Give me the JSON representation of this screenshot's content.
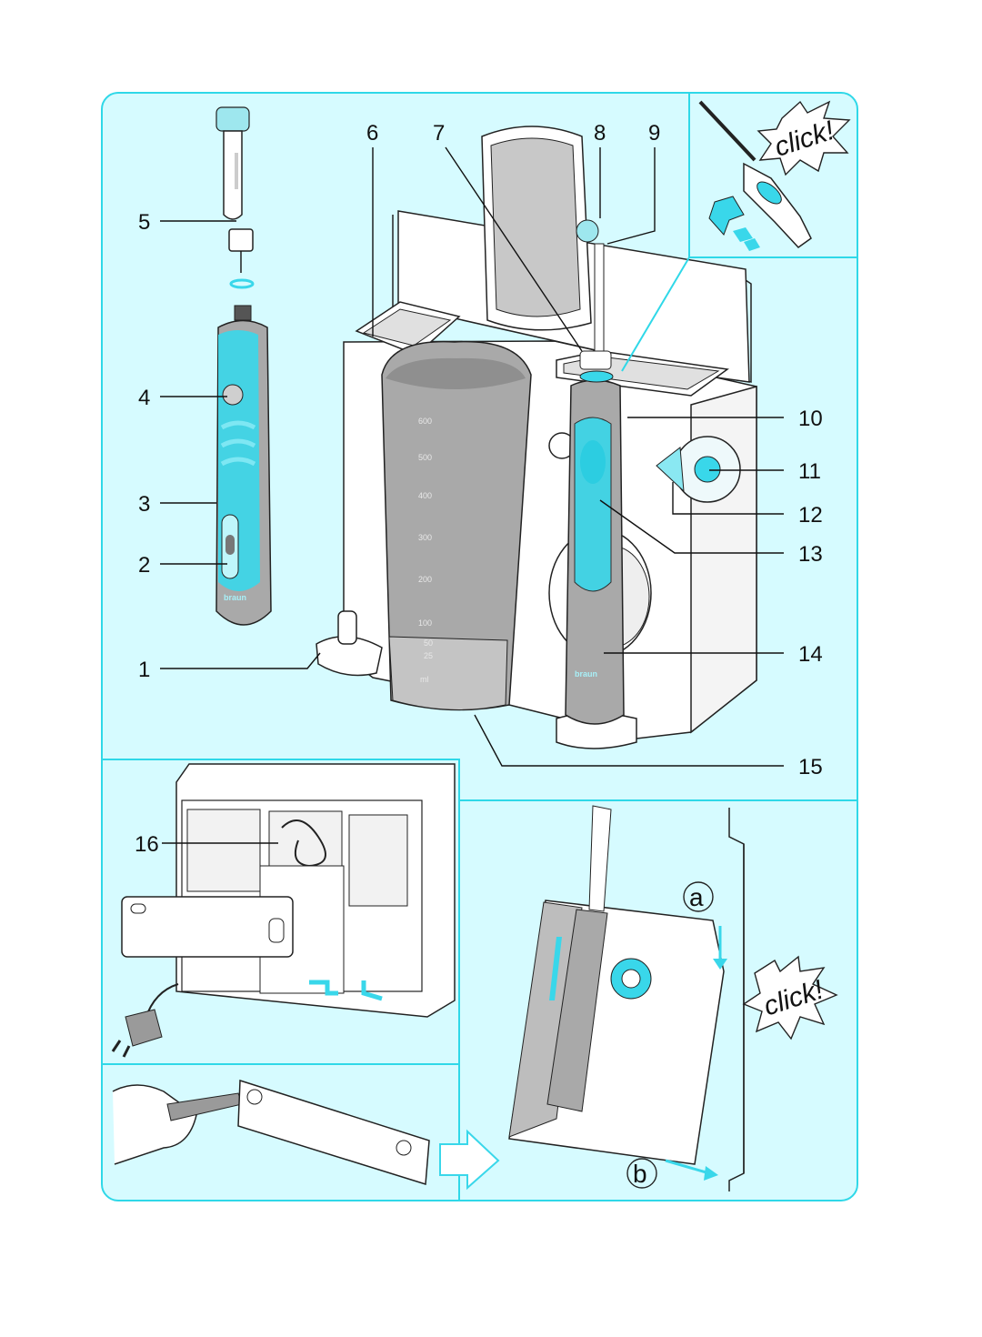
{
  "callouts": {
    "n1": "1",
    "n2": "2",
    "n3": "3",
    "n4": "4",
    "n5": "5",
    "n6": "6",
    "n7": "7",
    "n8": "8",
    "n9": "9",
    "n10": "10",
    "n11": "11",
    "n12": "12",
    "n13": "13",
    "n14": "14",
    "n15": "15",
    "n16": "16"
  },
  "click_labels": {
    "top": "click!",
    "bottom": "click!"
  },
  "step_letters": {
    "a": "a",
    "b": "b"
  },
  "measuring_cup": {
    "ticks": [
      "600",
      "500",
      "400",
      "300",
      "200",
      "100",
      "50",
      "25"
    ],
    "unit": "ml"
  },
  "brand_text": "braun",
  "colors": {
    "panel_bg": "#d6fbff",
    "panel_border": "#2fd8e8",
    "device_grey": "#a9a9a9",
    "device_dark": "#8f8f8f",
    "accent_cyan": "#39d7ea",
    "white_body": "#ffffff"
  }
}
